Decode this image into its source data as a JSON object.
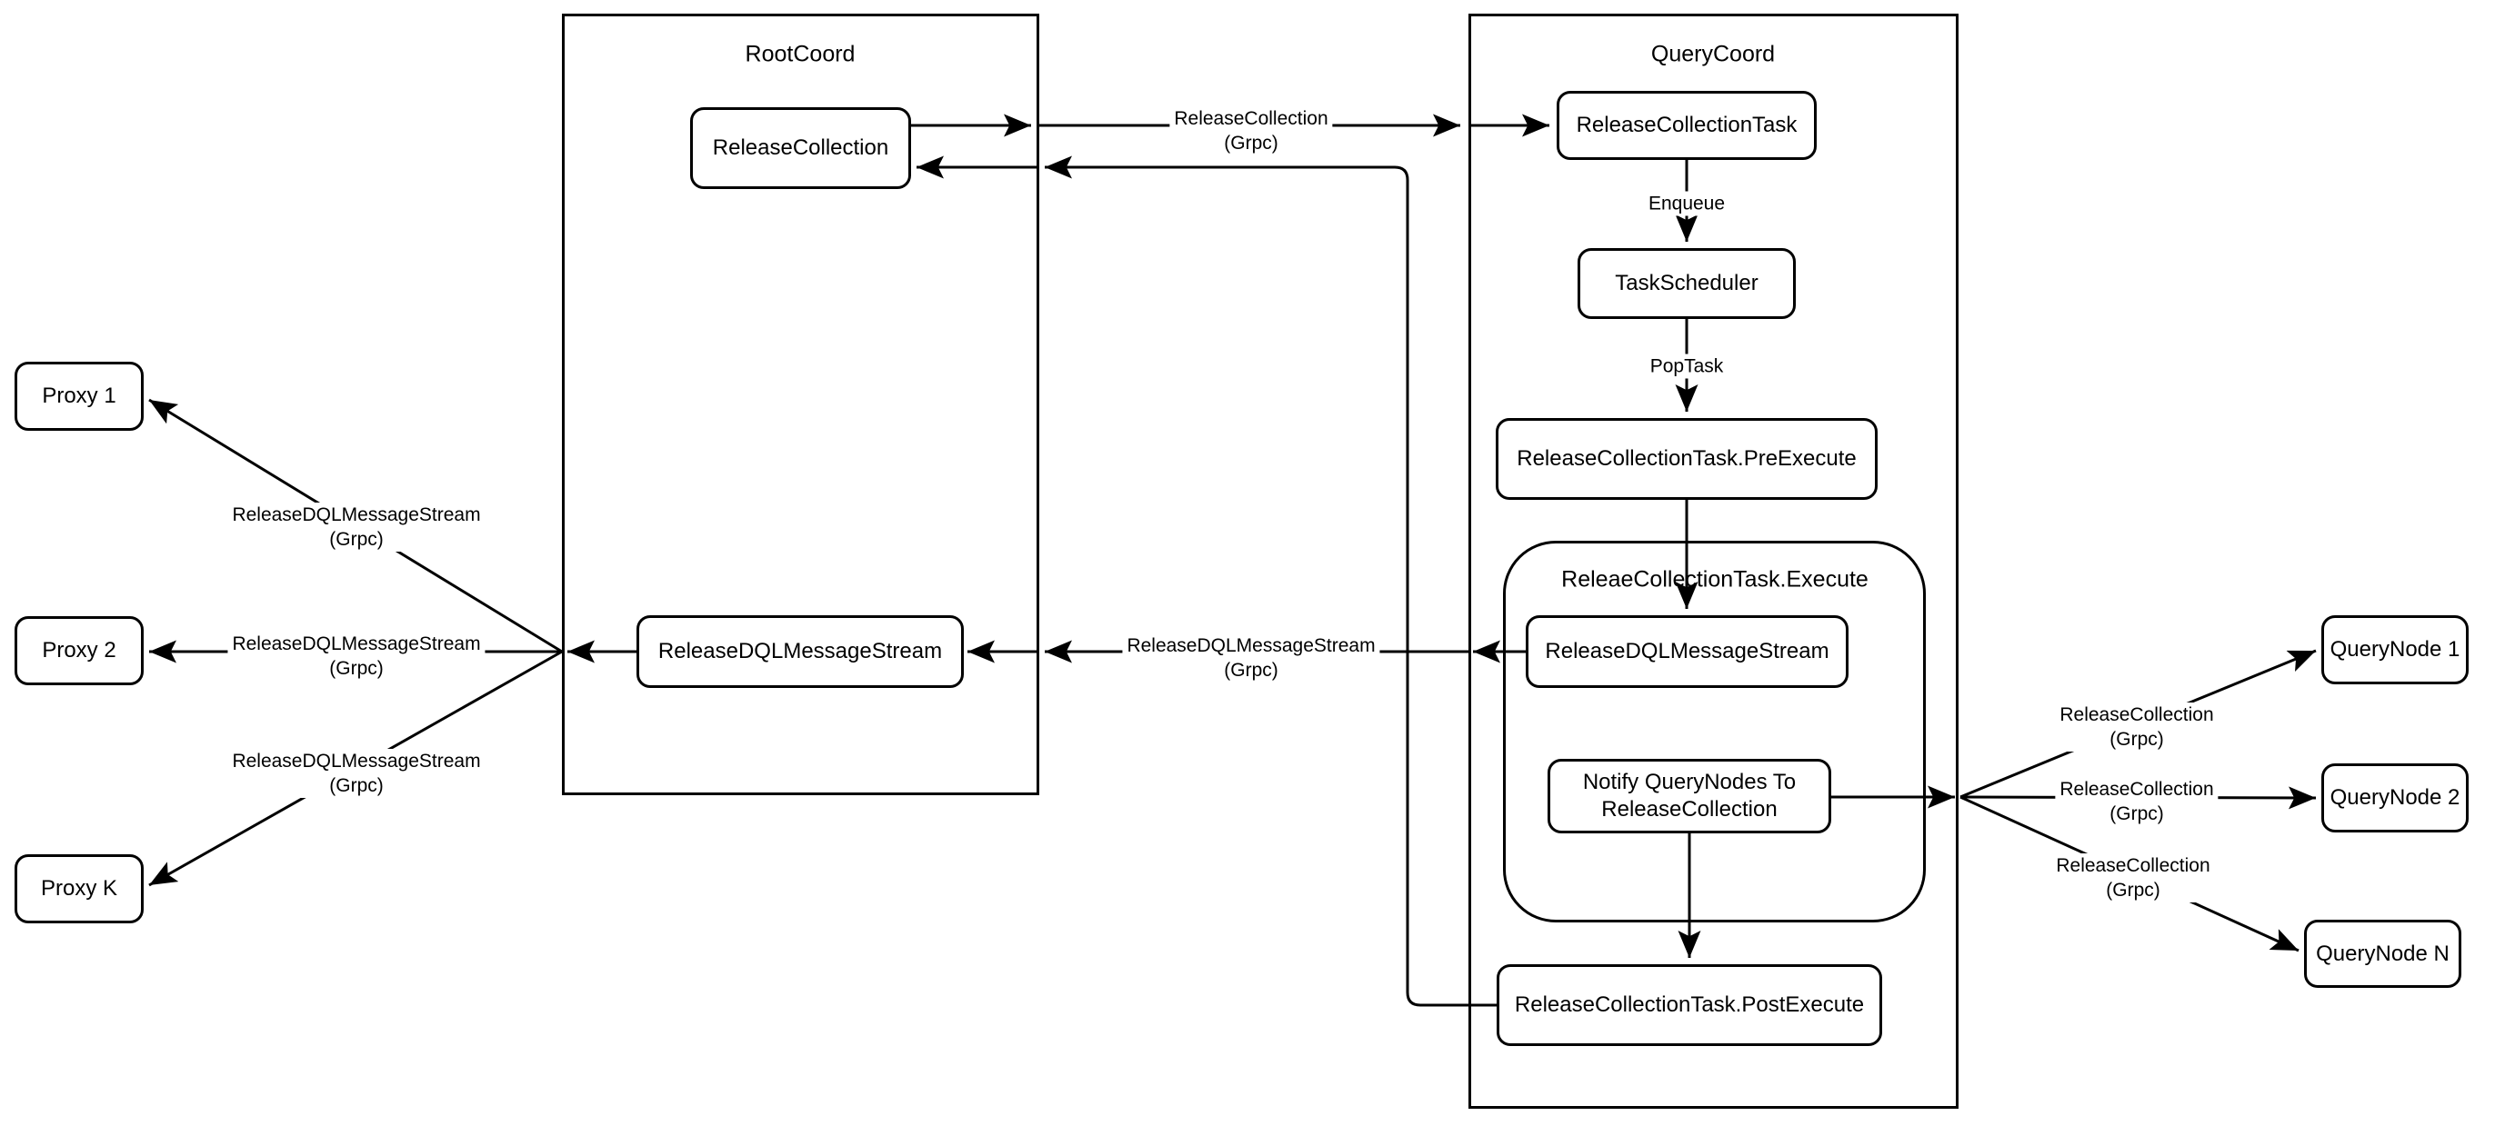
{
  "colors": {
    "stroke": "#000000",
    "background": "#ffffff",
    "text": "#000000"
  },
  "containers": {
    "rootcoord": {
      "title": "RootCoord"
    },
    "querycoord": {
      "title": "QueryCoord"
    },
    "execute_group": {
      "title": "ReleaeCollectionTask.Execute"
    }
  },
  "nodes": {
    "proxy1": {
      "label": "Proxy 1"
    },
    "proxy2": {
      "label": "Proxy 2"
    },
    "proxyk": {
      "label": "Proxy K"
    },
    "release_collection": {
      "label": "ReleaseCollection"
    },
    "root_dql_stream": {
      "label": "ReleaseDQLMessageStream"
    },
    "release_collection_task": {
      "label": "ReleaseCollectionTask"
    },
    "task_scheduler": {
      "label": "TaskScheduler"
    },
    "pre_execute": {
      "label": "ReleaseCollectionTask.PreExecute"
    },
    "exec_dql_stream": {
      "label": "ReleaseDQLMessageStream"
    },
    "notify_querynodes": {
      "label": "Notify QueryNodes To ReleaseCollection"
    },
    "post_execute": {
      "label": "ReleaseCollectionTask.PostExecute"
    },
    "querynode1": {
      "label": "QueryNode 1"
    },
    "querynode2": {
      "label": "QueryNode 2"
    },
    "querynoden": {
      "label": "QueryNode N"
    }
  },
  "edge_labels": {
    "release_collection_grpc": {
      "line1": "ReleaseCollection",
      "line2": "(Grpc)"
    },
    "enqueue": {
      "line1": "Enqueue"
    },
    "pop_task": {
      "line1": "PopTask"
    },
    "dql_mid": {
      "line1": "ReleaseDQLMessageStream",
      "line2": "(Grpc)"
    },
    "dql_proxy1": {
      "line1": "ReleaseDQLMessageStream",
      "line2": "(Grpc)"
    },
    "dql_proxy2": {
      "line1": "ReleaseDQLMessageStream",
      "line2": "(Grpc)"
    },
    "dql_proxyk": {
      "line1": "ReleaseDQLMessageStream",
      "line2": "(Grpc)"
    },
    "rc_querynode1": {
      "line1": "ReleaseCollection",
      "line2": "(Grpc)"
    },
    "rc_querynode2": {
      "line1": "ReleaseCollection",
      "line2": "(Grpc)"
    },
    "rc_querynoden": {
      "line1": "ReleaseCollection",
      "line2": "(Grpc)"
    }
  }
}
